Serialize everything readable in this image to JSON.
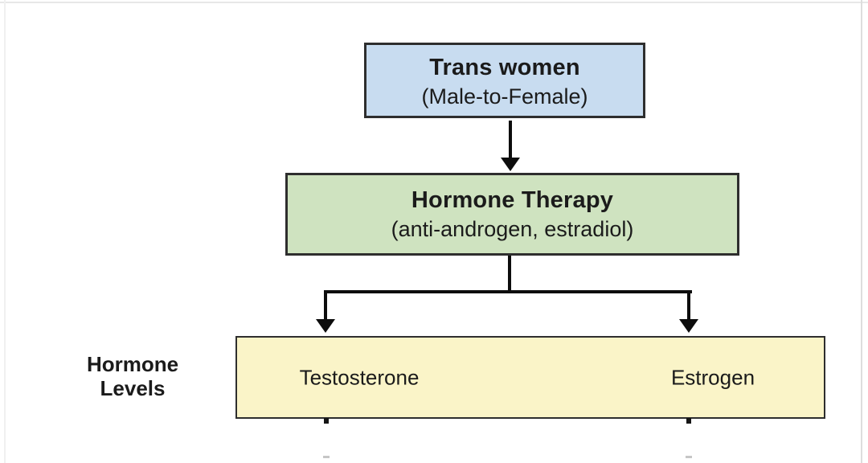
{
  "colors": {
    "blue_fill": "#c8dcf0",
    "green_fill": "#cfe3c0",
    "yellow_fill": "#faf4c8",
    "border": "#2e2e2e",
    "arrow": "#0d0d0d",
    "text": "#1b1b1b"
  },
  "nodes": {
    "trans_women": {
      "title": "Trans women",
      "subtitle": "(Male-to-Female)"
    },
    "hormone_therapy": {
      "title": "Hormone Therapy",
      "subtitle": "(anti-androgen, estradiol)"
    },
    "hormone_levels": {
      "left_label": "Testosterone",
      "right_label": "Estrogen"
    }
  },
  "side_label": {
    "line1": "Hormone",
    "line2": "Levels"
  },
  "edges": [
    {
      "from": "trans_women",
      "to": "hormone_therapy",
      "type": "arrow-down"
    },
    {
      "from": "hormone_therapy",
      "to": "hormone_levels.testosterone",
      "type": "arrow-down-branch"
    },
    {
      "from": "hormone_therapy",
      "to": "hormone_levels.estrogen",
      "type": "arrow-down-branch"
    }
  ]
}
